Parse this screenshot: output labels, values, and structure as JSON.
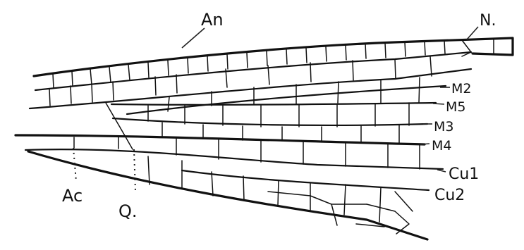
{
  "figure": {
    "title": "",
    "labels": {
      "an": "An",
      "n": "N.",
      "m2": "M2",
      "m5": "M5",
      "m3": "M3",
      "m4": "M4",
      "cu1": "Cu1",
      "cu2": "Cu2",
      "ac": "Ac",
      "q": "Q."
    }
  }
}
